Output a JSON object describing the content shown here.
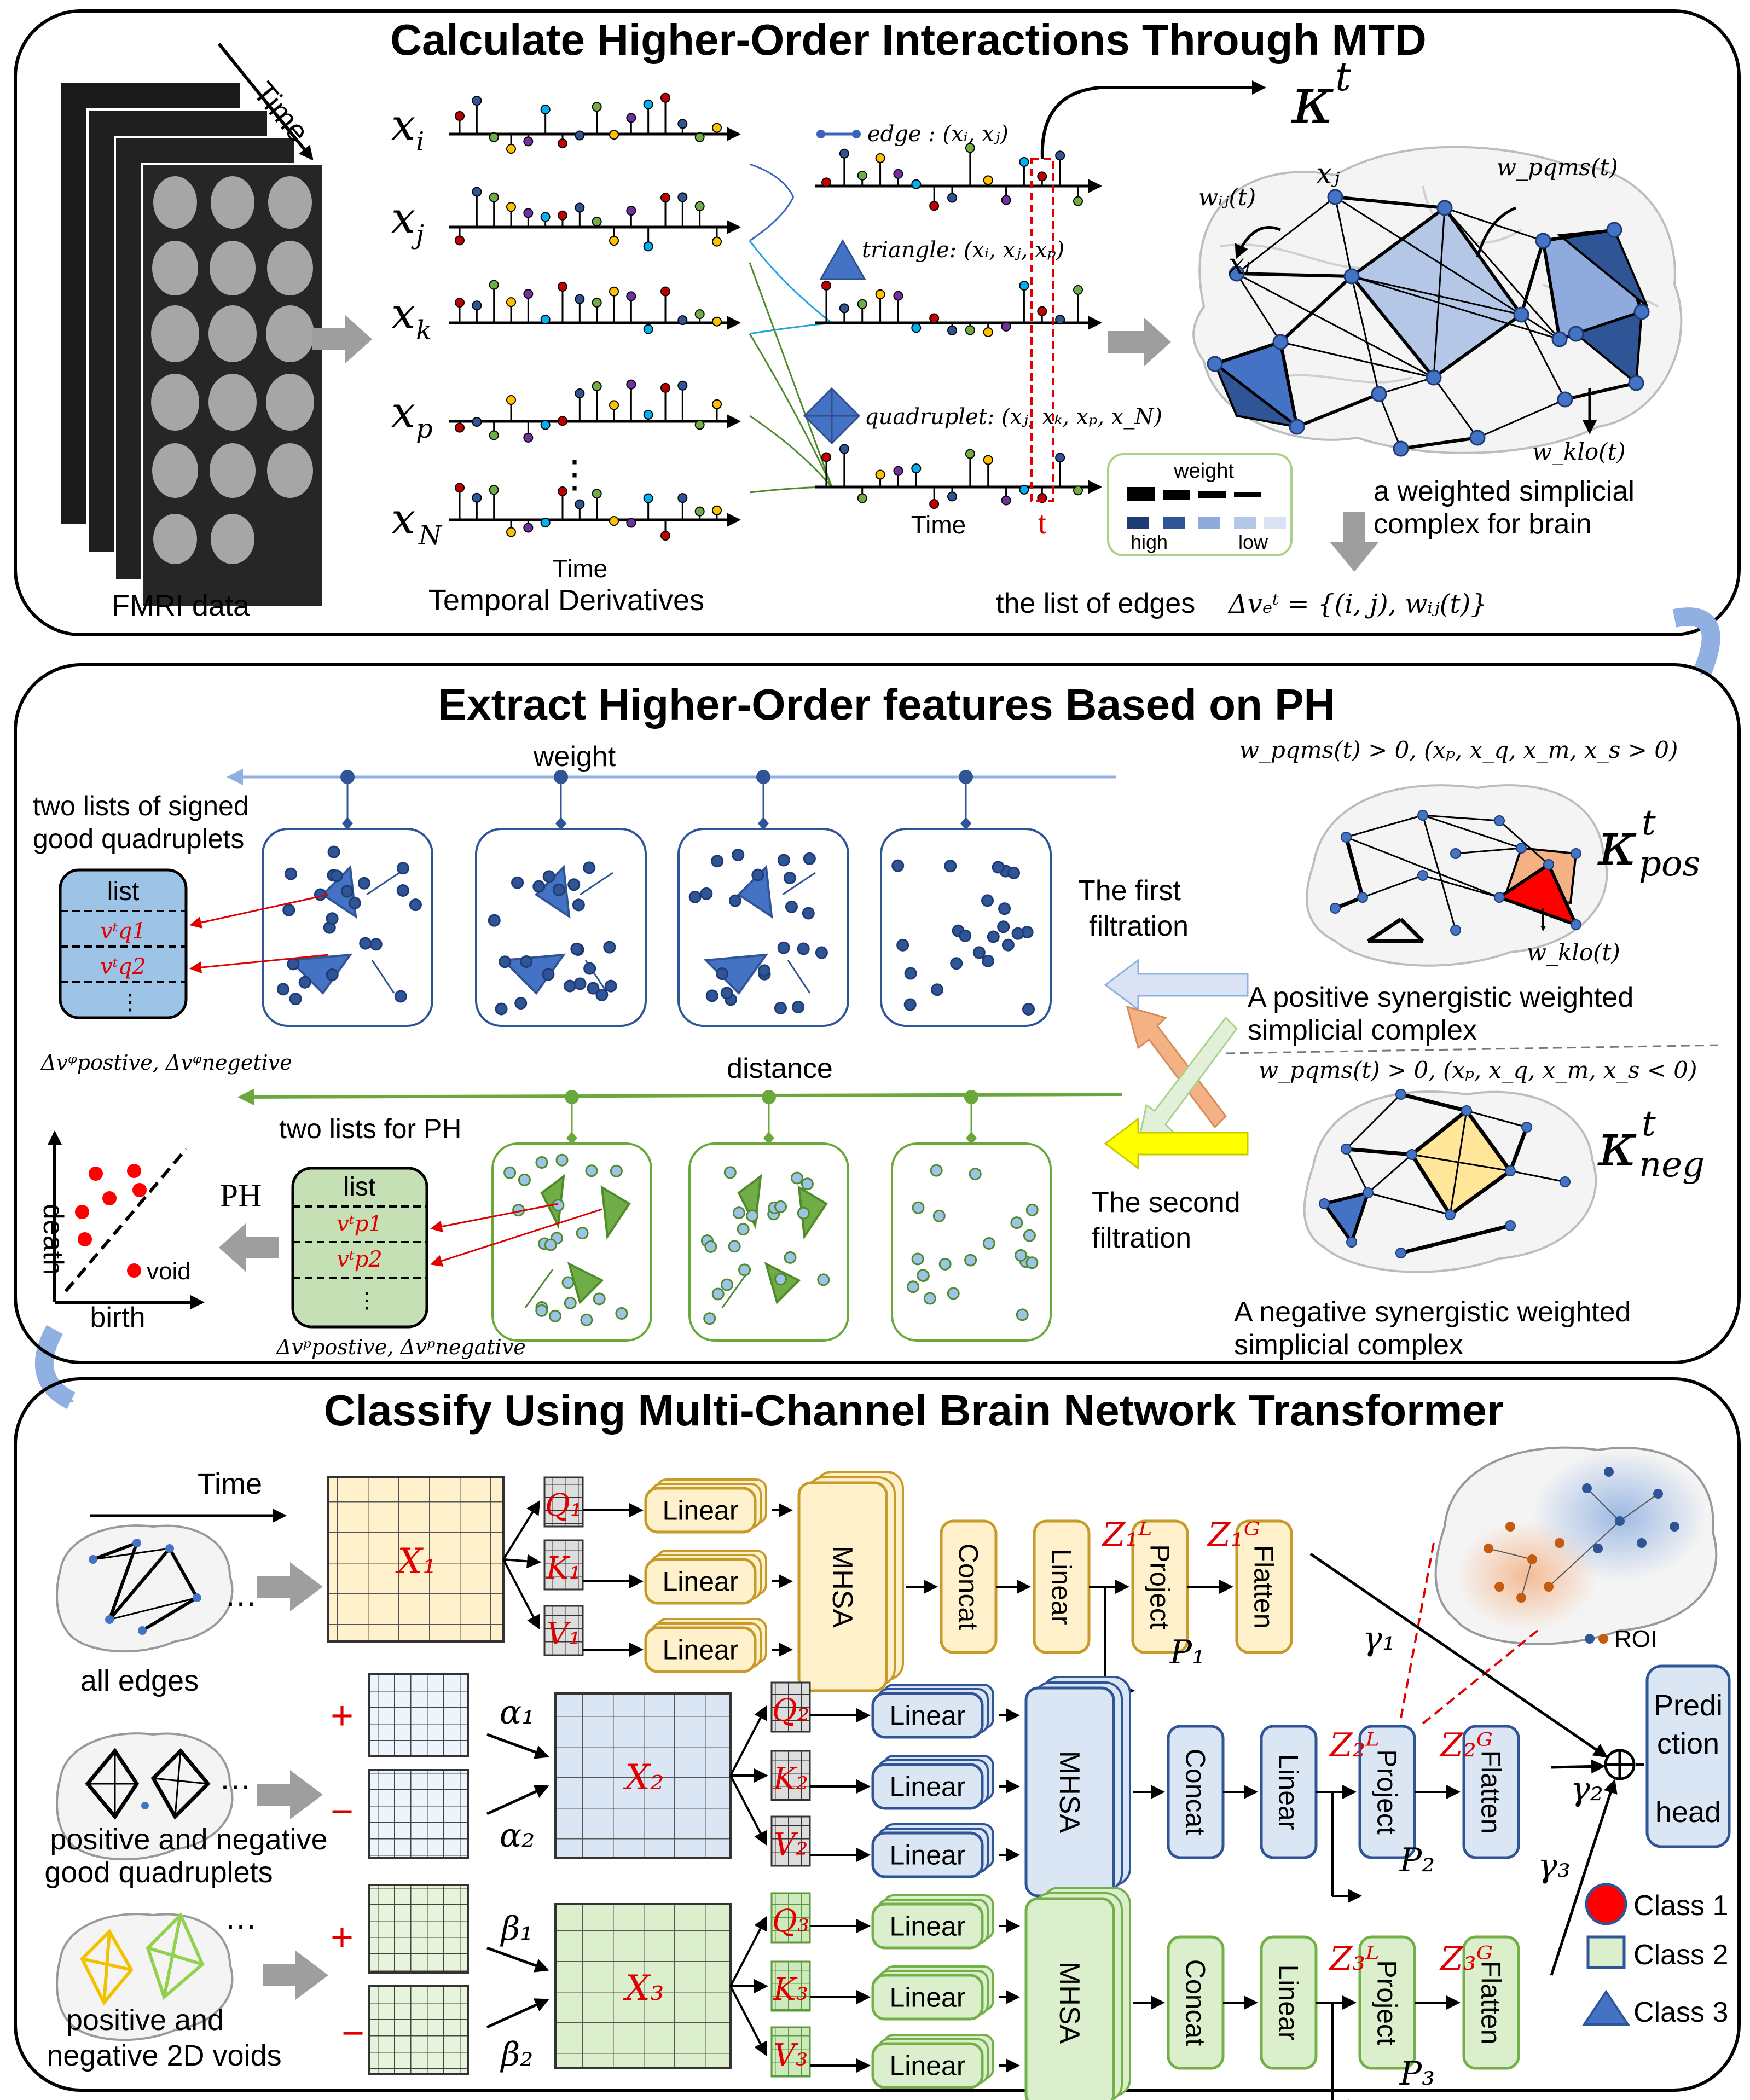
{
  "panel1": {
    "title": "Calculate Higher-Order Interactions Through MTD",
    "time_axis": "Time",
    "fmri_label": "FMRI data",
    "temporal_label": "Temporal Derivatives",
    "series_time": "Time",
    "series_names": [
      "x",
      "x",
      "x",
      "x",
      "x"
    ],
    "series_subs": [
      "i",
      "j",
      "k",
      "p",
      "N"
    ],
    "ellipsis": "⋮",
    "edge_legend": "edge : (x",
    "edge_legend_full": "edge : (xᵢ, xⱼ)",
    "triangle_legend": "triangle: (xᵢ, xⱼ, xₚ)",
    "quadruplet_legend": "quadruplet: (xⱼ, xₖ, xₚ, x_N)",
    "right_time": "Time",
    "t_marker": "t",
    "weight_legend": "weight",
    "weight_high": "high",
    "weight_low": "low",
    "kappa": "κ",
    "kappa_sup": "t",
    "w_ij": "wᵢⱼ(t)",
    "w_pqms": "w_pqms(t)",
    "w_klo": "w_klo(t)",
    "node_xi": "xᵢ",
    "node_xj": "xⱼ",
    "complex_caption_1": "a weighted simplicial",
    "complex_caption_2": "complex for brain",
    "edge_list_label": "the list of edges",
    "edge_list_formula": "Δvₑᵗ = {(i, j), wᵢⱼ(t)}"
  },
  "panel2": {
    "title": "Extract Higher-Order features Based on PH",
    "weight_axis": "weight",
    "distance_axis": "distance",
    "signed_lists_1": "two lists of signed",
    "signed_lists_2": "good quadruplets",
    "list_label": "list",
    "vq1": "vᵗq1",
    "vq2": "vᵗq2",
    "dots": "⋮",
    "delta_q": "Δvᵠpostive, Δvᵠnegetive",
    "first_filtration_1": "The first",
    "first_filtration_2": "filtration",
    "second_filtration_1": "The second",
    "second_filtration_2": "filtration",
    "pos_condition": "w_pqms(t) > 0, (xₚ, x_q, x_m, x_s > 0)",
    "neg_condition": "w_pqms(t) > 0, (xₚ, x_q, x_m, x_s < 0)",
    "kappa_pos": "κ",
    "kappa_pos_sub": "pos",
    "kappa_neg_sub": "neg",
    "kappa_sup": "t",
    "w_klo": "w_klo(t)",
    "pos_caption_1": "A positive synergistic weighted",
    "pos_caption_2": "simplicial complex",
    "neg_caption_1": "A negative synergistic weighted",
    "neg_caption_2": "simplicial complex",
    "ph_lists": "two lists for PH",
    "vp1": "vᵗp1",
    "vp2": "vᵗp2",
    "delta_p": "Δvᵖpostive, Δvᵖnegative",
    "ph": "PH",
    "death": "death",
    "birth": "birth",
    "void": "void"
  },
  "panel3": {
    "title": "Classify Using Multi-Channel Brain Network Transformer",
    "time": "Time",
    "ellipsis": "…",
    "row1_caption": "all edges",
    "row2_caption_1": "positive and negative",
    "row2_caption_2": "good quadruplets",
    "row3_caption_1": "positive and",
    "row3_caption_2": "negative 2D voids",
    "plus": "+",
    "minus": "−",
    "x1": "X₁",
    "x2": "X₂",
    "x3": "X₃",
    "q1": "Q₁",
    "k1": "K₁",
    "v1": "V₁",
    "q2": "Q₂",
    "k2": "K₂",
    "v2": "V₂",
    "q3": "Q₃",
    "k3": "K₃",
    "v3": "V₃",
    "alpha1": "α₁",
    "alpha2": "α₂",
    "beta1": "β₁",
    "beta2": "β₂",
    "linear": "Linear",
    "mhsa": "MHSA",
    "concat": "Concat",
    "project": "Project",
    "flatten": "Flatten",
    "zl1": "Z₁ᴸ",
    "zg1": "Z₁ᴳ",
    "zl2": "Z₂ᴸ",
    "zg2": "Z₂ᴳ",
    "zl3": "Z₃ᴸ",
    "zg3": "Z₃ᴳ",
    "p1": "P₁",
    "p2": "P₂",
    "p3": "P₃",
    "gamma1": "γ₁",
    "gamma2": "γ₂",
    "gamma3": "γ₃",
    "roi": "ROI",
    "pred_1": "Predi",
    "pred_2": "ction",
    "pred_3": "head",
    "class1": "Class 1",
    "class2": "Class 2",
    "class3": "Class 3"
  },
  "colors": {
    "blue_dark": "#3b63b8",
    "blue_light": "#dbe6f4",
    "yellow_light": "#fff1cc",
    "yellow_border": "#c79a2a",
    "green_light": "#dcefcc",
    "green_border": "#74b04a",
    "red": "#e00000"
  }
}
